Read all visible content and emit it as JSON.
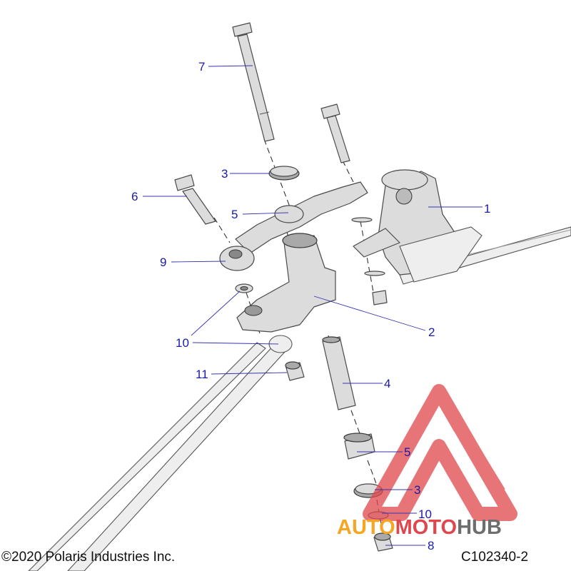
{
  "callouts": [
    {
      "label": "1"
    },
    {
      "label": "2"
    },
    {
      "label": "3"
    },
    {
      "label": "3"
    },
    {
      "label": "4"
    },
    {
      "label": "5"
    },
    {
      "label": "5"
    },
    {
      "label": "6"
    },
    {
      "label": "7"
    },
    {
      "label": "8"
    },
    {
      "label": "9"
    },
    {
      "label": "10"
    },
    {
      "label": "10"
    },
    {
      "label": "11"
    }
  ],
  "footer": {
    "copyright": "©2020 Polaris Industries Inc.",
    "drawing_id": "C102340-2"
  },
  "watermark": {
    "text_part1": "AUTO",
    "text_part2": "MOTO",
    "text_part3": "HUB",
    "color_orange": "#f5a623",
    "color_red": "#e0474c",
    "color_gray": "#6e6e6e"
  }
}
